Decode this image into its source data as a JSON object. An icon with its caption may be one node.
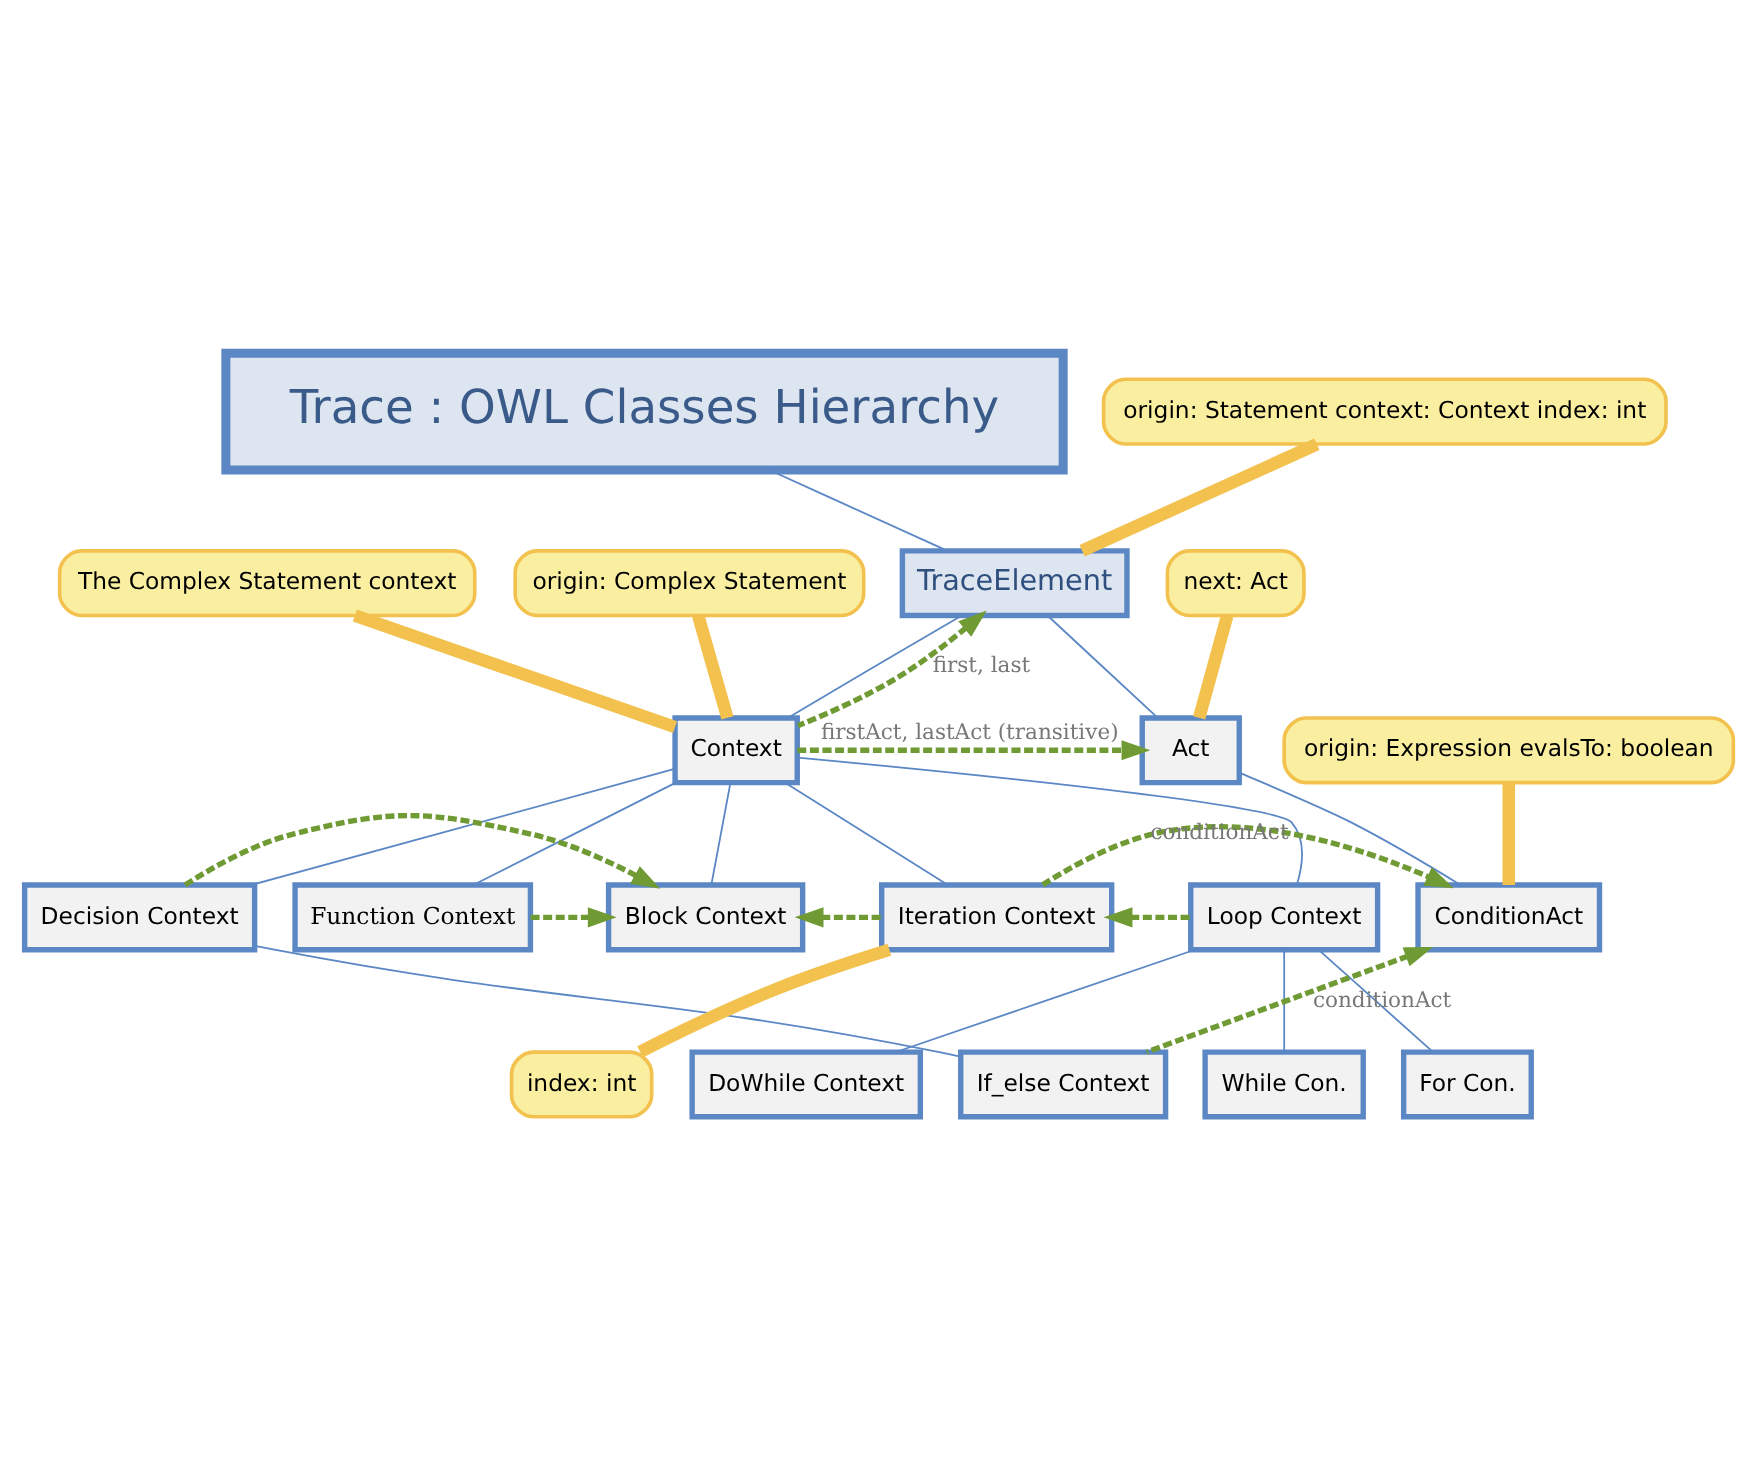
{
  "diagram": {
    "nodes": [
      {
        "text": [
          "Trace : OWL Classes Hierarchy"
        ]
      },
      {
        "text": [
          "origin: Statement context: Context index: int"
        ]
      },
      {
        "text": [
          "TraceElement"
        ]
      },
      {
        "text": [
          "The Complex Statement context"
        ]
      },
      {
        "text": [
          "origin: Complex Statement"
        ]
      },
      {
        "text": [
          "next: Act"
        ]
      },
      {
        "text": [
          "Act"
        ]
      },
      {
        "text": [
          "Context"
        ]
      },
      {
        "text": [
          "origin: Expression evalsTo: boolean"
        ]
      },
      {
        "text": [
          "Function Context"
        ]
      },
      {
        "text": [
          "Decision Context"
        ]
      },
      {
        "text": [
          "Block Context"
        ]
      },
      {
        "text": [
          "Iteration Context"
        ]
      },
      {
        "text": [
          "Loop Context"
        ]
      },
      {
        "text": [
          "ConditionAct"
        ]
      },
      {
        "text": [
          "If_else Context"
        ]
      },
      {
        "text": [
          "index: int"
        ]
      },
      {
        "text": [
          "While Con."
        ]
      },
      {
        "text": [
          "For Con."
        ]
      },
      {
        "text": [
          "DoWhile Context"
        ]
      }
    ],
    "edges": [
      {
        "from": 0,
        "to": 2,
        "arrow": "none"
      },
      {
        "from": 1,
        "to": 2,
        "arrow": "none",
        "color": "#f2c14e",
        "style": "thick"
      },
      {
        "from": 2,
        "to": 7,
        "arrow": "none"
      },
      {
        "from": 2,
        "to": 6,
        "arrow": "none"
      },
      {
        "from": 7,
        "to": 2,
        "arrow": "to",
        "label": "first, last",
        "style": "dashed",
        "color": "#6f9a34"
      },
      {
        "from": 3,
        "to": 7,
        "arrow": "none",
        "color": "#f2c14e",
        "style": "thick"
      },
      {
        "from": 4,
        "to": 7,
        "arrow": "none",
        "color": "#f2c14e",
        "style": "thick"
      },
      {
        "from": 5,
        "to": 6,
        "arrow": "none",
        "color": "#f2c14e",
        "style": "thick"
      },
      {
        "from": 7,
        "to": 6,
        "arrow": "to",
        "label": "firstAct, lastAct (transitive)",
        "style": "dashed",
        "color": "#6f9a34"
      },
      {
        "from": 6,
        "to": 14,
        "arrow": "none"
      },
      {
        "from": 8,
        "to": 14,
        "arrow": "none",
        "color": "#f2c14e",
        "style": "thick"
      },
      {
        "from": 7,
        "to": 9,
        "arrow": "none"
      },
      {
        "from": 7,
        "to": 10,
        "arrow": "none"
      },
      {
        "from": 7,
        "to": 11,
        "arrow": "none"
      },
      {
        "from": 7,
        "to": 12,
        "arrow": "none"
      },
      {
        "from": 7,
        "to": 13,
        "arrow": "none"
      },
      {
        "from": 9,
        "to": 11,
        "arrow": "to",
        "style": "dashed",
        "color": "#6f9a34"
      },
      {
        "from": 10,
        "to": 11,
        "arrow": "to",
        "style": "dashed",
        "color": "#6f9a34"
      },
      {
        "from": 12,
        "to": 11,
        "arrow": "to",
        "style": "dashed",
        "color": "#6f9a34"
      },
      {
        "from": 13,
        "to": 12,
        "arrow": "to",
        "style": "dashed",
        "color": "#6f9a34"
      },
      {
        "from": 10,
        "to": 15,
        "arrow": "none"
      },
      {
        "from": 16,
        "to": 12,
        "arrow": "none",
        "color": "#f2c14e",
        "style": "thick"
      },
      {
        "from": 13,
        "to": 17,
        "arrow": "none"
      },
      {
        "from": 13,
        "to": 18,
        "arrow": "none"
      },
      {
        "from": 13,
        "to": 19,
        "arrow": "none"
      },
      {
        "from": 12,
        "to": 14,
        "arrow": "to",
        "label": "conditionAct",
        "style": "dashed",
        "color": "#6f9a34"
      },
      {
        "from": 15,
        "to": 14,
        "arrow": "to",
        "label": "conditionAct",
        "style": "dashed",
        "color": "#6f9a34"
      }
    ]
  }
}
